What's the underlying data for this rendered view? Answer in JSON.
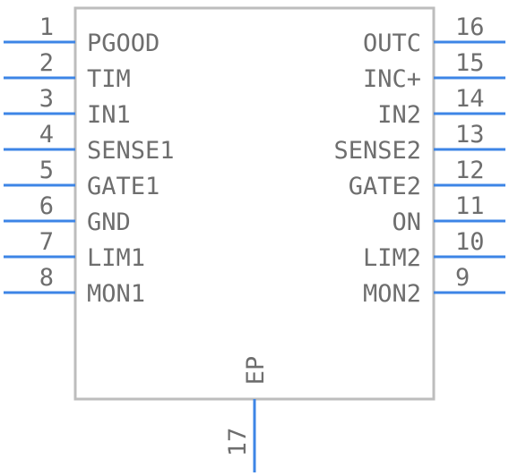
{
  "component": {
    "body_color": "#bdbdbd",
    "pin_color": "#3d85e6",
    "text_color": "#6e6e6e",
    "left_pins": [
      {
        "number": "1",
        "name": "PGOOD"
      },
      {
        "number": "2",
        "name": "TIM"
      },
      {
        "number": "3",
        "name": "IN1"
      },
      {
        "number": "4",
        "name": "SENSE1"
      },
      {
        "number": "5",
        "name": "GATE1"
      },
      {
        "number": "6",
        "name": "GND"
      },
      {
        "number": "7",
        "name": "LIM1"
      },
      {
        "number": "8",
        "name": "MON1"
      }
    ],
    "right_pins": [
      {
        "number": "16",
        "name": "OUTC"
      },
      {
        "number": "15",
        "name": "INC+"
      },
      {
        "number": "14",
        "name": "IN2"
      },
      {
        "number": "13",
        "name": "SENSE2"
      },
      {
        "number": "12",
        "name": "GATE2"
      },
      {
        "number": "11",
        "name": "ON"
      },
      {
        "number": "10",
        "name": "LIM2"
      },
      {
        "number": "9",
        "name": "MON2"
      }
    ],
    "bottom_pin": {
      "number": "17",
      "name": "EP"
    }
  }
}
